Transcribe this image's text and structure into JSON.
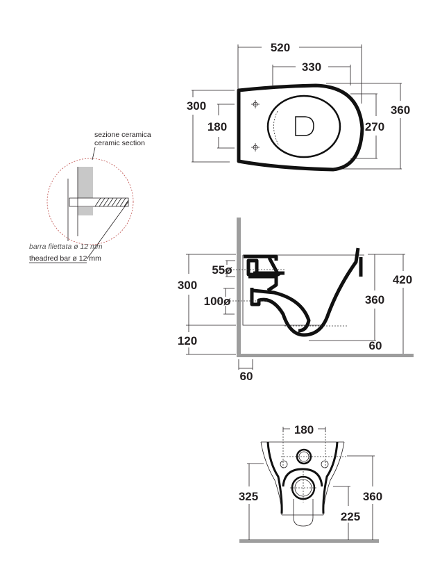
{
  "top_view": {
    "width": "520",
    "seat_span": "330",
    "depth_left": "300",
    "fixing_spacing": "180",
    "depth_right": "360",
    "inner": "270"
  },
  "detail": {
    "label_it": "sezione ceramica",
    "label_en": "ceramic section",
    "bar_it": "barra filettata ø 12 mm",
    "bar_en": "theadred bar ø 12 mm"
  },
  "side_view": {
    "h_300": "300",
    "h_120": "120",
    "inlet": "55ø",
    "outlet": "100ø",
    "h_360": "360",
    "h_420": "420",
    "bottom_60": "60",
    "wall_60": "60"
  },
  "front_view": {
    "fixing_spacing": "180",
    "h_325": "325",
    "h_360": "360",
    "h_225": "225"
  }
}
